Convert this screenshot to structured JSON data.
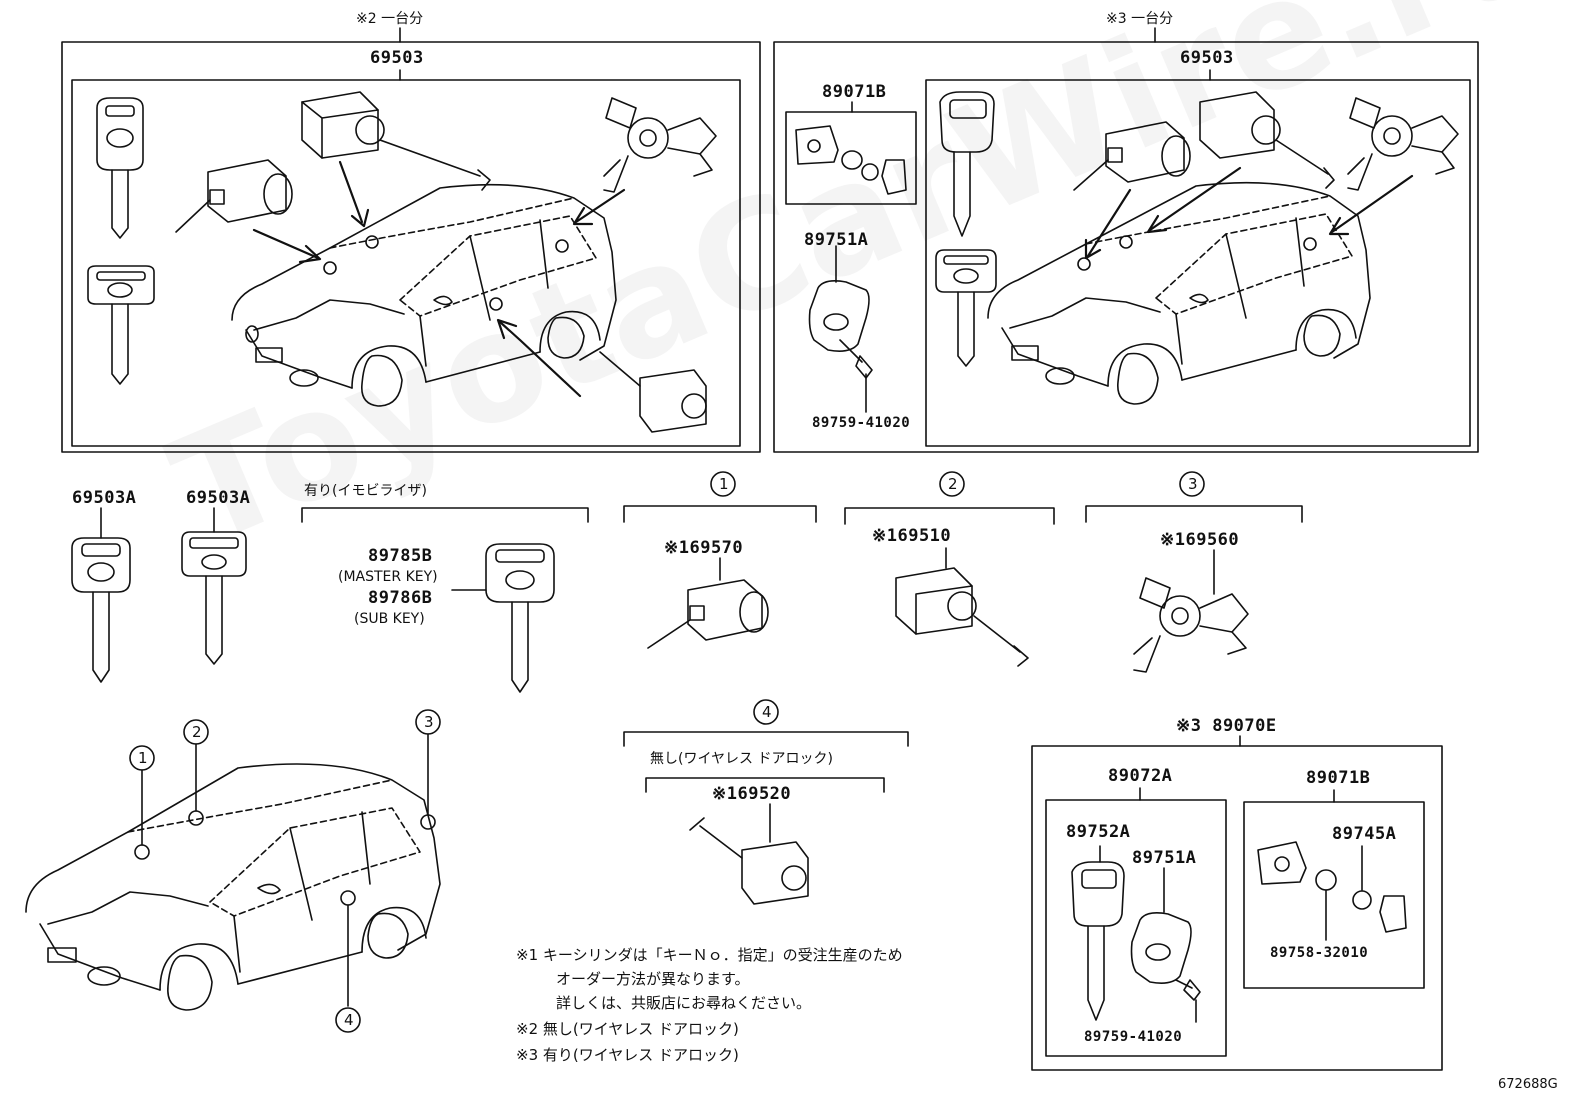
{
  "labels": {
    "group_left_note": "※2 一台分",
    "group_left_part": "69503",
    "group_right_note": "※3 一台分",
    "group_right_part": "69503",
    "right_box_89071b": "89071B",
    "right_box_89751a": "89751A",
    "right_box_screw": "89759-41020",
    "key_69503a_1": "69503A",
    "key_69503a_2": "69503A",
    "immobilizer_note": "有り(イモビライザ)",
    "master_key_part": "89785B",
    "master_key_label": "(MASTER KEY)",
    "sub_key_part": "89786B",
    "sub_key_label": "(SUB KEY)",
    "circle_1": "1",
    "circle_2": "2",
    "circle_3": "3",
    "circle_4": "4",
    "part_69570": "※169570",
    "part_69510": "※169510",
    "part_69560": "※169560",
    "no_wireless_note": "無し(ワイヤレス ドアロック)",
    "part_69520": "※169520",
    "part_89070e": "※3 89070E",
    "part_89072a": "89072A",
    "part_89071b_b": "89071B",
    "part_89752a": "89752A",
    "part_89751a_b": "89751A",
    "part_89745a": "89745A",
    "part_89758": "89758-32010",
    "part_89759_b": "89759-41020",
    "diagram_id": "672688G"
  },
  "notes": [
    "※1 キーシリンダは「キーＮｏ．指定」の受注生産のため",
    "オーダー方法が異なります。",
    "詳しくは、共販店にお尋ねください。",
    "※2 無し(ワイヤレス ドアロック)",
    "※3 有り(ワイヤレス ドアロック)"
  ],
  "watermark": "ToyotaCarWire.ru"
}
